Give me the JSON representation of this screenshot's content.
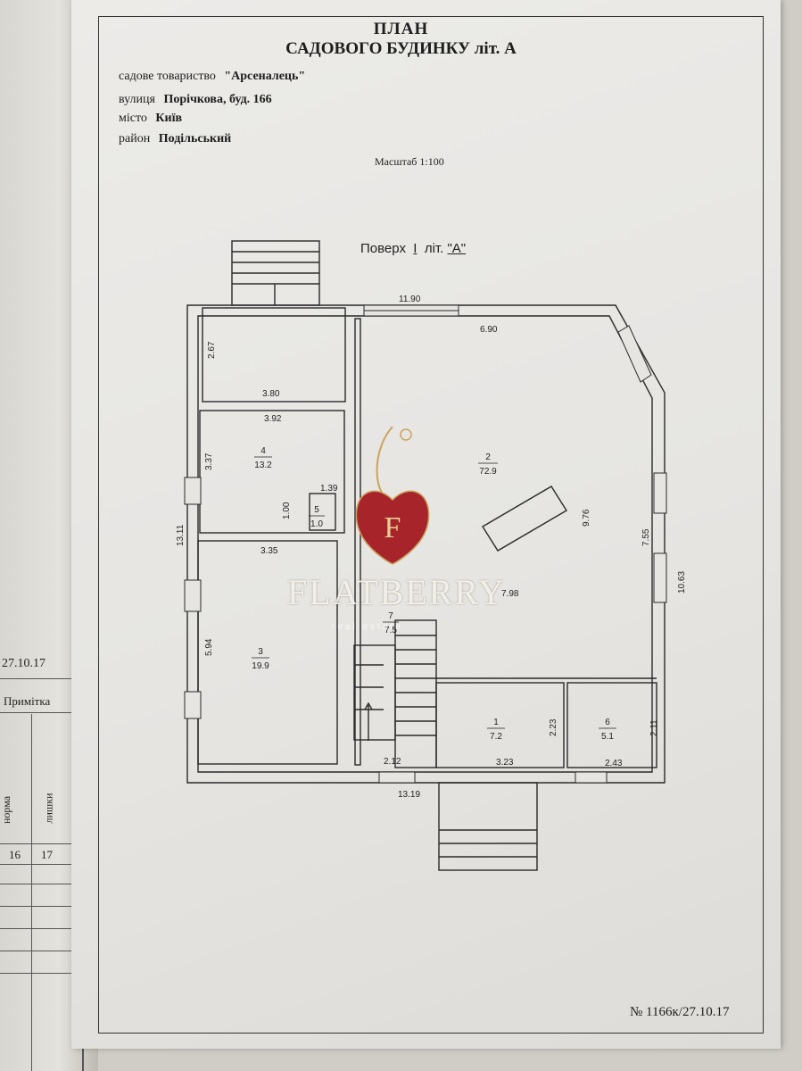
{
  "document": {
    "title": "ПЛАН",
    "subtitle": "САДОВОГО БУДИНКУ літ. А",
    "fields": [
      {
        "label": "садове товариство",
        "value": "\"Арсеналець\""
      },
      {
        "label": "вулиця",
        "value": "Порічкова, буд. 166"
      },
      {
        "label": "місто",
        "value": "Київ"
      },
      {
        "label": "район",
        "value": "Подільський"
      }
    ],
    "scale": "Масштаб 1:100",
    "floor": {
      "prefix": "Поверх",
      "number": "I",
      "lit": "літ.",
      "letter": "\"A\""
    },
    "footer": "№ 1166к/27.10.17"
  },
  "underlying_sheet": {
    "date": "27.10.17",
    "note": "Примітка",
    "col1": "норма",
    "col2": "лишки",
    "val1": "16",
    "val2": "17"
  },
  "rooms": [
    {
      "number": "2",
      "area": "72.9"
    },
    {
      "number": "4",
      "area": "13.2"
    },
    {
      "number": "5",
      "area": "1.0"
    },
    {
      "number": "3",
      "area": "19.9"
    },
    {
      "number": "7",
      "area": "7.5"
    },
    {
      "number": "1",
      "area": "7.2"
    },
    {
      "number": "6",
      "area": "5.1"
    }
  ],
  "dimensions": {
    "top_total": "11.90",
    "big_room_top": "6.90",
    "r_upper_height": "2.67",
    "r_upper_width": "3.80",
    "r4_width": "3.92",
    "r4_height": "3.37",
    "r5_width": "1.39",
    "r5_height": "1.00",
    "left_total": "13.11",
    "r3_width": "3.35",
    "r3_height": "5.94",
    "big_room_height": "9.76",
    "right_inner": "7.55",
    "right_total": "10.63",
    "big_room_width": "7.98",
    "r1_height": "2.23",
    "r6_height": "2.11",
    "stair_width": "2.12",
    "r1_width": "3.23",
    "r6_width": "2.43",
    "bottom_total": "13.19"
  },
  "watermark": {
    "name": "FLATBERRY",
    "sub": "real estate",
    "letter": "F"
  }
}
